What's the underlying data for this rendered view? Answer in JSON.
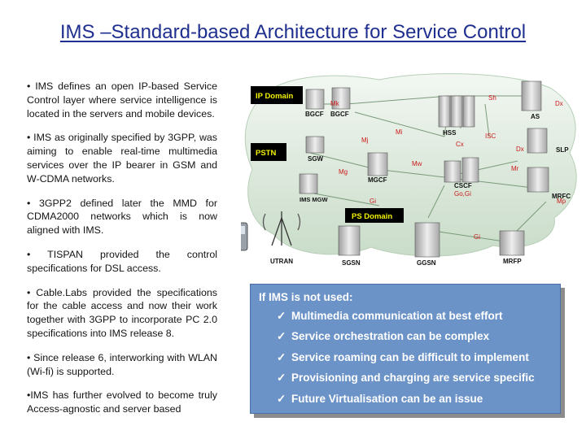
{
  "title": "IMS –Standard-based Architecture for Service  Control",
  "bullets": [
    "• IMS defines an open IP-based  Service Control layer where service intelligence is located in the servers and mobile devices.",
    "• IMS as originally specified by 3GPP, was aiming to enable real-time multimedia services over the IP bearer in GSM and W-CDMA networks.",
    "• 3GPP2 defined later the MMD for CDMA2000 networks which is now aligned with IMS.",
    "• TISPAN provided the control specifications for DSL access.",
    "• Cable.Labs provided the specifications for the cable access and now their work together with 3GPP to incorporate PC 2.0 specifications into IMS release 8.",
    "• Since release 6, interworking with WLAN (Wi-fi) is supported.",
    "•IMS has further evolved to become truly Access-agnostic and server based"
  ],
  "diagram": {
    "domains": {
      "ip": "IP Domain",
      "pstn": "PSTN",
      "ps": "PS Domain"
    },
    "nodes": {
      "bgcf1": "BGCF",
      "bgcf2": "BGCF",
      "sgw": "SGW",
      "mgcf": "MGCF",
      "ims_mgw": "IMS MGW",
      "hss": "HSS",
      "cscf": "CSCF",
      "as": "AS",
      "slp": "SLP",
      "mrfc": "MRFC",
      "sgsn": "SGSN",
      "ggsn": "GGSN",
      "utran": "UTRAN",
      "mrfp": "MRFP"
    },
    "interfaces": {
      "mk": "Mk",
      "sh": "Sh",
      "dx1": "Dx",
      "mi": "Mi",
      "mj": "Mj",
      "isc": "ISC",
      "cx": "Cx",
      "dx2": "Dx",
      "mg": "Mg",
      "mw": "Mw",
      "mr": "Mr",
      "go_gi": "Go,Gi",
      "gi1": "Gi",
      "mp": "Mp",
      "gi2": "Gi"
    },
    "colors": {
      "domain_label": "#f2f200",
      "interface_label": "#cc1a1a",
      "node_label": "#111111"
    }
  },
  "if_box": {
    "heading": "If IMS is not used:",
    "check_glyph": "✓",
    "items": [
      "Multimedia communication at best effort",
      "Service orchestration can be complex",
      "Service roaming can be difficult to implement",
      "Provisioning and charging are service specific",
      "Future Virtualisation can be an issue"
    ],
    "bg_color": "#6b93c7"
  }
}
